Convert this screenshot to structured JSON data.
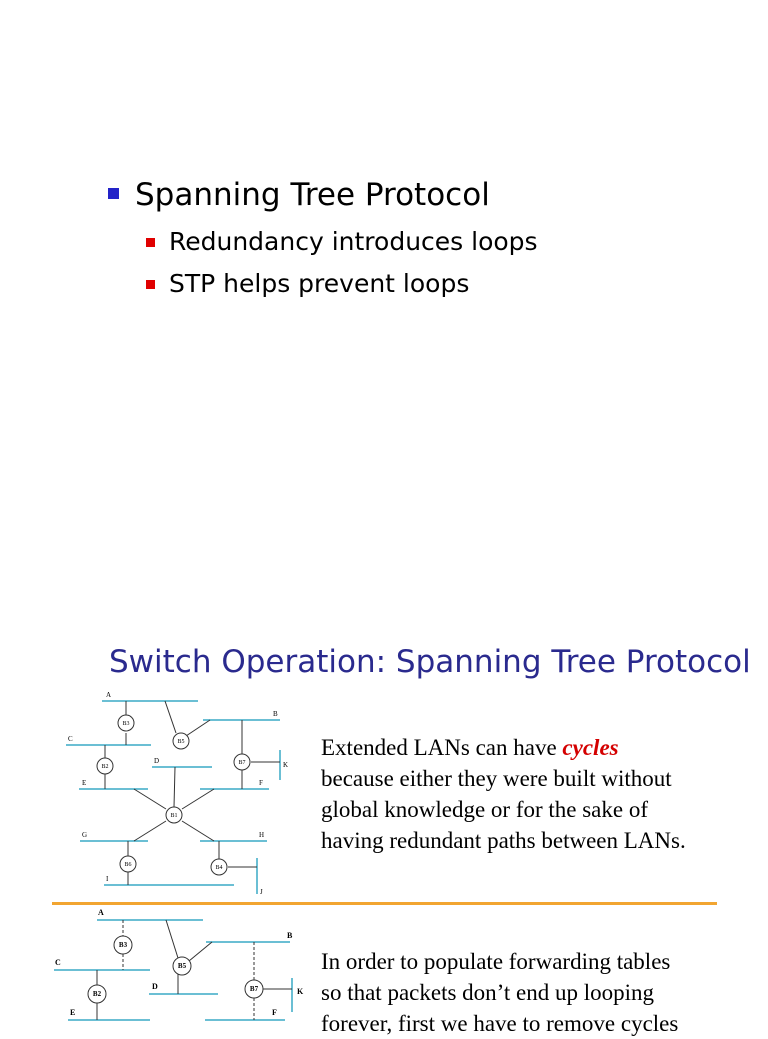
{
  "slide1": {
    "bullet": "Spanning Tree Protocol",
    "subbullets": [
      "Redundancy introduces loops",
      "STP helps prevent loops"
    ]
  },
  "slide2": {
    "title": "Switch Operation: Spanning Tree Protocol",
    "para1_before": "Extended LANs can have ",
    "para1_em": "cycles",
    "para1_lines": [
      "because either they were built without",
      "global knowledge or for the sake of",
      "having redundant paths between LANs."
    ],
    "para2_lines": [
      "In order to populate forwarding tables",
      "so that packets don’t end up looping",
      "forever, first we have to remove cycles"
    ]
  },
  "diagram1": {
    "lans": [
      "A",
      "B",
      "C",
      "D",
      "E",
      "F",
      "G",
      "H",
      "I",
      "J",
      "K"
    ],
    "bridges": [
      "B1",
      "B2",
      "B3",
      "B4",
      "B5",
      "B6",
      "B7"
    ]
  },
  "diagram2": {
    "lans": [
      "A",
      "B",
      "C",
      "D",
      "E",
      "F",
      "K"
    ],
    "bridges": [
      "B2",
      "B3",
      "B5",
      "B7"
    ]
  },
  "colors": {
    "bullet_l1": "#2323c8",
    "bullet_l2": "#e00000",
    "title": "#2a2a8e",
    "lan_line": "#6bbfd4",
    "divider": "#f2a531",
    "emphasis": "#d40000"
  }
}
